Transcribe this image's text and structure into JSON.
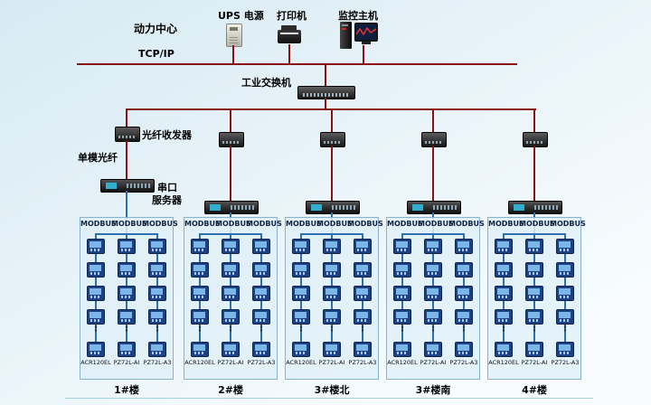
{
  "header": {
    "power_center": "动力中心",
    "ups_label": "UPS 电源",
    "printer_label": "打印机",
    "monitor_label": "监控主机",
    "tcpip_label": "TCP/IP",
    "switch_label": "工业交换机"
  },
  "annotations": {
    "fiber_transceiver": "光纤收发器",
    "single_mode_fiber": "单模光纤",
    "serial_server_line1": "串口",
    "serial_server_line2": "服务器",
    "ellipsis": "⋮"
  },
  "icons": {
    "ups": "ups-unit-icon",
    "printer": "printer-device-icon",
    "monitor": "monitor-host-pc-icon",
    "switch": "industrial-ethernet-switch-icon",
    "transceiver": "fiber-optic-transceiver-icon",
    "server": "serial-port-server-icon",
    "meter": "power-meter-icon"
  },
  "groups": [
    {
      "name": "1#楼",
      "columns": [
        {
          "bus": "MODBUS",
          "model": "ACR120EL"
        },
        {
          "bus": "MODBUS",
          "model": "PZ72L-AI"
        },
        {
          "bus": "MODBUS",
          "model": "PZ72L-A3"
        }
      ]
    },
    {
      "name": "2#楼",
      "columns": [
        {
          "bus": "MODBUS",
          "model": "ACR120EL"
        },
        {
          "bus": "MODBUS",
          "model": "PZ72L-AI"
        },
        {
          "bus": "MODBUS",
          "model": "PZ72L-A3"
        }
      ]
    },
    {
      "name": "3#楼北",
      "columns": [
        {
          "bus": "MODBUS",
          "model": "ACR120EL"
        },
        {
          "bus": "MODBUS",
          "model": "PZ72L-AI"
        },
        {
          "bus": "MODBUS",
          "model": "PZ72L-A3"
        }
      ]
    },
    {
      "name": "3#楼南",
      "columns": [
        {
          "bus": "MODBUS",
          "model": "ACR120EL"
        },
        {
          "bus": "MODBUS",
          "model": "PZ72L-AI"
        },
        {
          "bus": "MODBUS",
          "model": "PZ72L-A3"
        }
      ]
    },
    {
      "name": "4#楼",
      "columns": [
        {
          "bus": "MODBUS",
          "model": "ACR120EL"
        },
        {
          "bus": "MODBUS",
          "model": "PZ72L-AI"
        },
        {
          "bus": "MODBUS",
          "model": "PZ72L-A3"
        }
      ]
    }
  ],
  "layout_counts": {
    "groups": 5,
    "columns_per_group": 3,
    "meters_visible_per_column": 5
  },
  "colors": {
    "backbone_line": "#8a1414",
    "modbus_line": "#2e6fae",
    "box_border": "#85b3cf",
    "box_fill": "rgba(225,240,248,0.85)",
    "background_top": "#d7eaf3",
    "background_bottom": "#f8fcfe",
    "meter_body": "#1d4284",
    "meter_screen": "#7cb6e8",
    "monitor_trace": "#e03030"
  }
}
